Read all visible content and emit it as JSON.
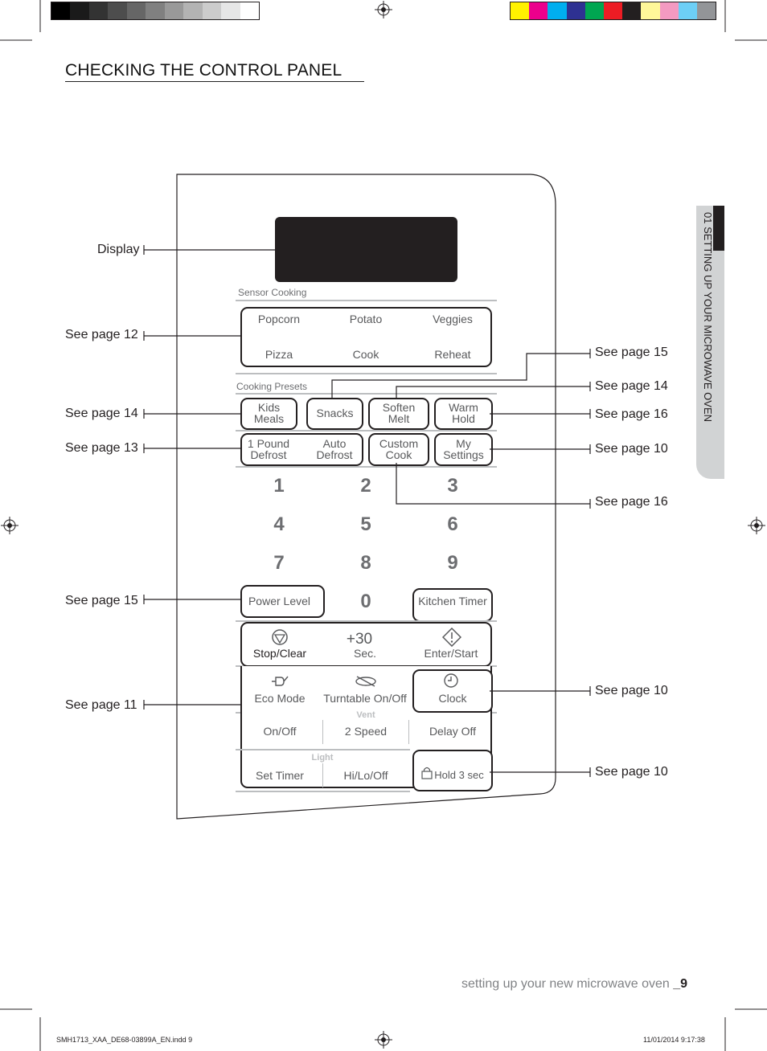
{
  "title": "CHECKING THE CONTROL PANEL",
  "side_tab": "01 SETTING UP YOUR MICROWAVE OVEN",
  "callouts": {
    "display": "Display",
    "left_sensor": "See page 12",
    "left_presets": "See page 14",
    "left_defrost": "See page 13",
    "left_power": "See page 15",
    "left_bottom": "See page 11",
    "right_snacks": "See page 15",
    "right_soften": "See page 14",
    "right_warm": "See page 16",
    "right_settings": "See page 10",
    "right_custom": "See page 16",
    "right_clock": "See page 10",
    "right_hold": "See page 10"
  },
  "panel": {
    "sensor_header": "Sensor Cooking",
    "sensor": [
      "Popcorn",
      "Potato",
      "Veggies",
      "Pizza",
      "Cook",
      "Reheat"
    ],
    "presets_header": "Cooking Presets",
    "kids": [
      "Kids",
      "Meals"
    ],
    "snacks": "Snacks",
    "soften": [
      "Soften",
      "Melt"
    ],
    "warm": [
      "Warm",
      "Hold"
    ],
    "pound": [
      "1 Pound",
      "Defrost"
    ],
    "auto": [
      "Auto",
      "Defrost"
    ],
    "custom": [
      "Custom",
      "Cook"
    ],
    "my": [
      "My",
      "Settings"
    ],
    "digits": [
      "1",
      "2",
      "3",
      "4",
      "5",
      "6",
      "7",
      "8",
      "9",
      "0"
    ],
    "power_level": "Power Level",
    "kitchen_timer": "Kitchen Timer",
    "stop_clear": "Stop/Clear",
    "plus30": "+30",
    "sec": "Sec.",
    "enter_start": "Enter/Start",
    "eco_mode": "Eco Mode",
    "turntable": "Turntable On/Off",
    "clock": "Clock",
    "vent": "Vent",
    "on_off": "On/Off",
    "two_speed": "2 Speed",
    "delay_off": "Delay Off",
    "light": "Light",
    "set_timer": "Set Timer",
    "hi_lo_off": "Hi/Lo/Off",
    "hold": "Hold 3 sec"
  },
  "footer": {
    "text": "setting up your new microwave oven",
    "page": "_9"
  },
  "slug": {
    "file": "SMH1713_XAA_DE68-03899A_EN.indd   9",
    "date": "11/01/2014   9:17:38"
  },
  "colors": {
    "display": "#231f20",
    "button_text": "#58595b",
    "divider": "#bcbec0"
  }
}
